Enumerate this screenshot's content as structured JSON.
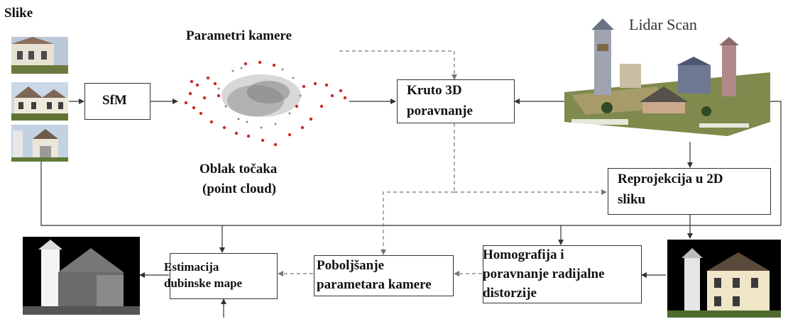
{
  "labels": {
    "slike": "Slike",
    "parametri_kamere": "Parametri kamere",
    "lidar_scan": "Lidar Scan",
    "oblak_line1": "Oblak točaka",
    "oblak_line2": "(point cloud)"
  },
  "boxes": {
    "sfm": "SfM",
    "kruto_line1": "Kruto 3D",
    "kruto_line2": "poravnanje",
    "reprojekcija_line1": "Reprojekcija u 2D",
    "reprojekcija_line2": "sliku",
    "homografija_line1": "Homografija i",
    "homografija_line2": "poravnanje radijalne",
    "homografija_line3": "distorzije",
    "poboljsanje_line1": "Poboljšanje",
    "poboljsanje_line2": "parametara kamere",
    "estimacija_line1": "Estimacija",
    "estimacija_line2": "dubinske mape"
  },
  "colors": {
    "arrow": "#333333",
    "dashed": "#777777",
    "point_cloud_red": "#cc2a2a",
    "point_cloud_gray": "#8a8a8a",
    "sky": "#ffffff",
    "depth_bg": "#000000"
  }
}
